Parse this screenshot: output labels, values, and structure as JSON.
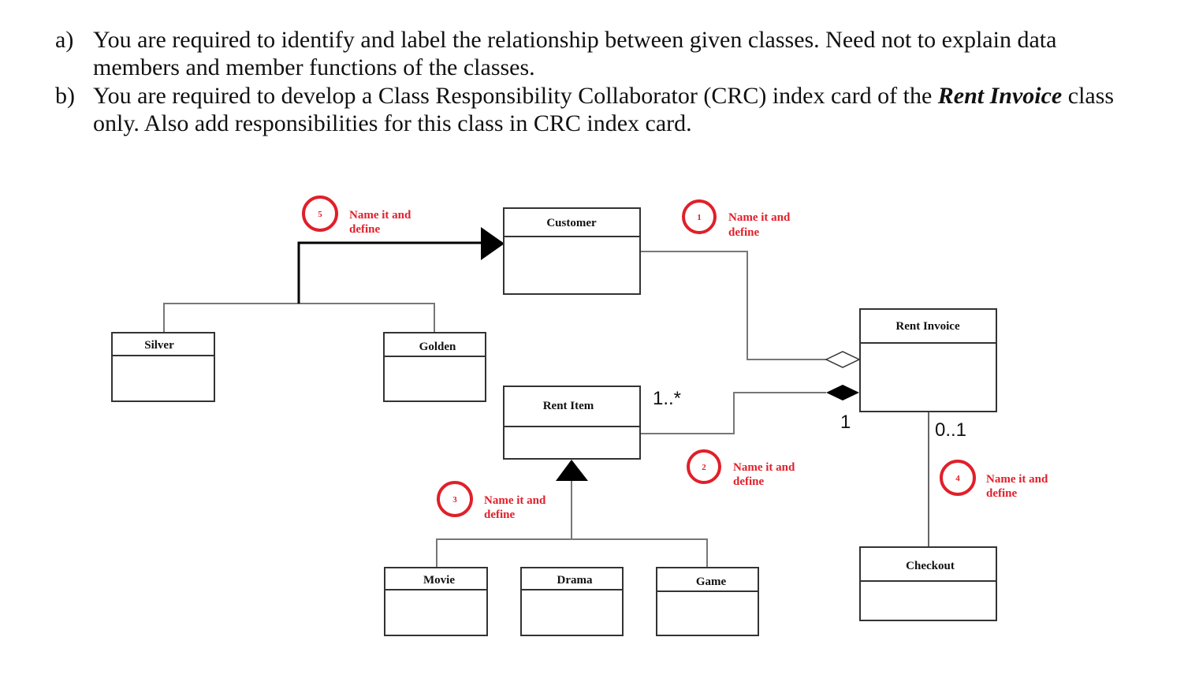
{
  "questions": [
    {
      "label": "a)",
      "line1": "You are required to identify and label the relationship between given classes. Need not to explain data",
      "line2": "members and member functions of the classes."
    },
    {
      "label": "b)",
      "line1_before": "You are required to develop a Class Responsibility Collaborator (CRC) index card of the",
      "line1_emphasis": "Rent Invoice",
      "line1_after": "class",
      "line2": "only. Also add responsibilities for this class in CRC index card."
    }
  ],
  "classes": {
    "customer": "Customer",
    "silver": "Silver",
    "golden": "Golden",
    "rent_item": "Rent Item",
    "rent_invoice": "Rent Invoice",
    "movie": "Movie",
    "drama": "Drama",
    "game": "Game",
    "checkout": "Checkout"
  },
  "multiplicities": {
    "rent_item_side": "1..*",
    "invoice_side": "1",
    "checkout_side": "0..1"
  },
  "annotations": [
    {
      "number": "1",
      "line1": "Name it and",
      "line2": "define"
    },
    {
      "number": "2",
      "line1": "Name it and",
      "line2": "define"
    },
    {
      "number": "3",
      "line1": "Name it and",
      "line2": "define"
    },
    {
      "number": "4",
      "line1": "Name it and",
      "line2": "define"
    },
    {
      "number": "5",
      "line1": "Name it and",
      "line2": "define"
    }
  ],
  "colors": {
    "annotation": "#e0202a",
    "lines": "#555555",
    "text": "#111111"
  }
}
